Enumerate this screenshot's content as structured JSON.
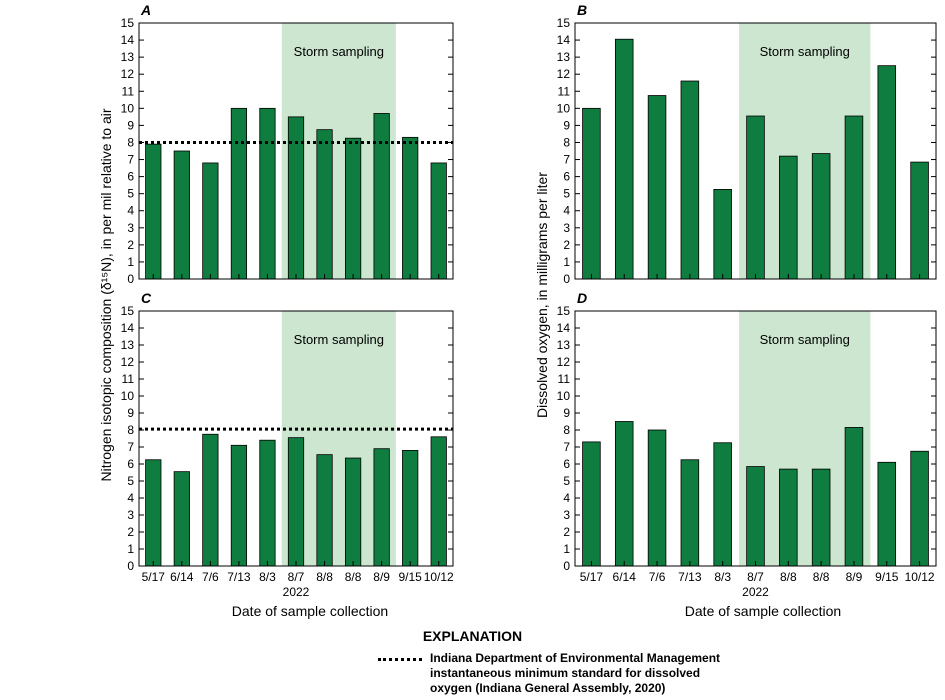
{
  "shared": {
    "categories": [
      "5/17",
      "6/14",
      "7/6",
      "7/13",
      "8/3",
      "8/7",
      "8/8",
      "8/8",
      "8/9",
      "9/15",
      "10/12"
    ],
    "year_label": "2022",
    "xlabel": "Date of sample collection",
    "storm_label": "Storm sampling",
    "storm_span": [
      "8/7",
      "8/9"
    ],
    "ylim": [
      0,
      15
    ],
    "y_ticks": [
      0,
      1,
      2,
      3,
      4,
      5,
      6,
      7,
      8,
      9,
      10,
      11,
      12,
      13,
      14,
      15
    ],
    "left_ylabel": "Nitrogen isotopic composition (δ¹⁵N), in per mil relative to air",
    "right_ylabel": "Dissolved oxygen, in milligrams per liter",
    "colors": {
      "bar": "#0e7d3f",
      "bar_outline": "#000000",
      "storm": "#cde6cf",
      "reference_line": "#000000"
    }
  },
  "chart_data": [
    {
      "type": "bar",
      "panel": "A",
      "categories_ref": "shared",
      "values": [
        7.9,
        7.5,
        6.8,
        10.0,
        10.0,
        9.5,
        8.75,
        8.25,
        9.7,
        8.3,
        6.8
      ],
      "reference_line": 8.0,
      "ylim": [
        0,
        15
      ]
    },
    {
      "type": "bar",
      "panel": "B",
      "categories_ref": "shared",
      "values": [
        10.0,
        14.05,
        10.75,
        11.6,
        5.25,
        9.55,
        7.2,
        7.35,
        9.55,
        12.5,
        6.85
      ],
      "reference_line": null,
      "ylim": [
        0,
        15
      ]
    },
    {
      "type": "bar",
      "panel": "C",
      "categories_ref": "shared",
      "values": [
        6.25,
        5.55,
        7.75,
        7.1,
        7.4,
        7.55,
        6.55,
        6.35,
        6.9,
        6.8,
        7.6
      ],
      "reference_line": 8.05,
      "ylim": [
        0,
        15
      ]
    },
    {
      "type": "bar",
      "panel": "D",
      "categories_ref": "shared",
      "values": [
        7.3,
        8.5,
        8.0,
        6.25,
        7.25,
        5.85,
        5.7,
        5.7,
        8.15,
        6.1,
        6.75
      ],
      "reference_line": null,
      "ylim": [
        0,
        15
      ]
    }
  ],
  "explanation": {
    "title": "EXPLANATION",
    "legend_lines": [
      "Indiana Department of Environmental Management",
      "instantaneous minimum standard for dissolved",
      "oxygen (Indiana General Assembly, 2020)"
    ]
  }
}
